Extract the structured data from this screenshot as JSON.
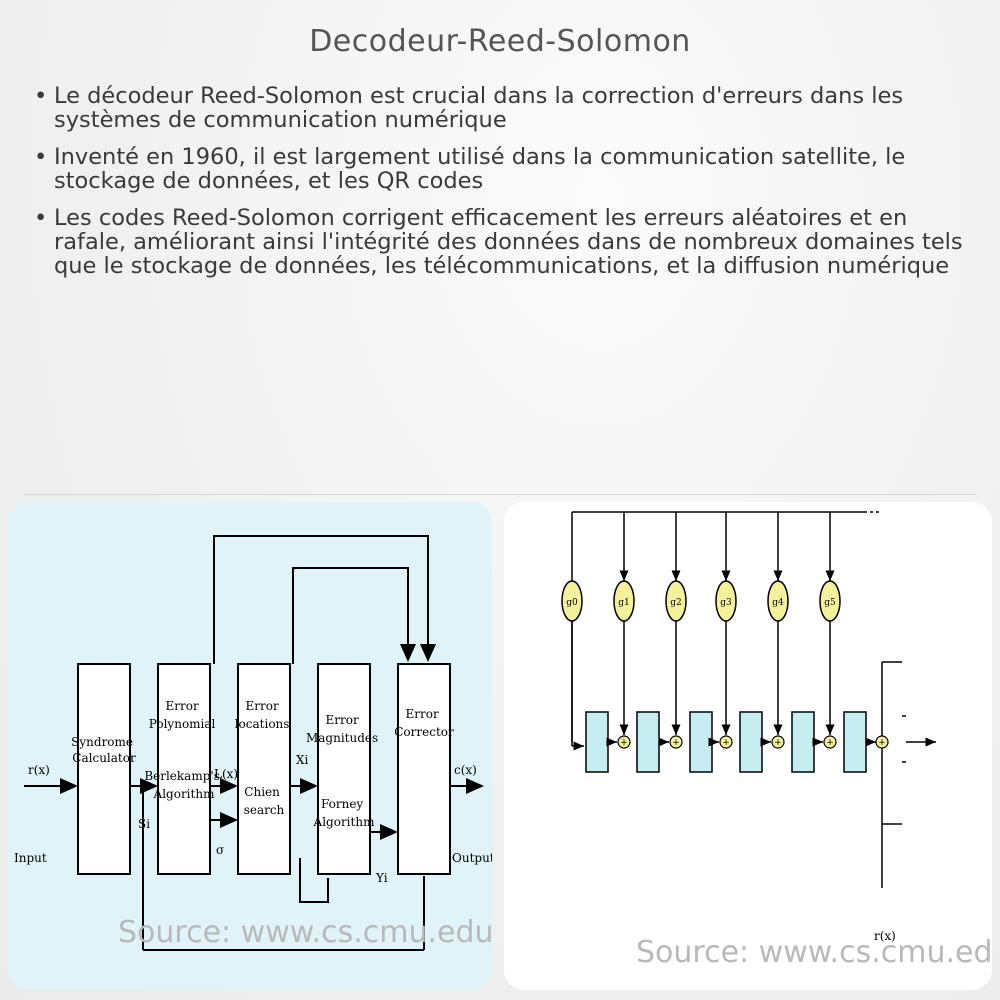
{
  "title": "Decodeur-Reed-Solomon",
  "bullets": [
    "Le décodeur Reed-Solomon est crucial dans la correction d'erreurs dans les systèmes de communication numérique",
    "Inventé en 1960, il est largement utilisé dans la communication satellite, le stockage de données, et les QR codes",
    "Les codes Reed-Solomon corrigent efficacement les erreurs aléatoires et en rafale, améliorant ainsi l'intégrité des données dans de nombreux domaines tels que le stockage de données, les télécommunications, et la diffusion numérique"
  ],
  "bullet_char": "•",
  "left_diagram": {
    "input_signal": "r(x)",
    "input_label": "Input",
    "blocks": [
      {
        "lines": [
          "Syndrome",
          "Calculator"
        ]
      },
      {
        "lines": [
          "Error",
          "Polynomial",
          "",
          "Berlekamp's",
          "Algorithm"
        ]
      },
      {
        "lines": [
          "Error",
          "locations",
          "",
          "Chien",
          "search"
        ]
      },
      {
        "lines": [
          "Error",
          "Magnitudes",
          "",
          "Forney",
          "Algorithm"
        ]
      },
      {
        "lines": [
          "Error",
          "Corrector"
        ]
      }
    ],
    "signals": {
      "si": "Si",
      "lx": "L(x)",
      "sigma": "σ",
      "xi": "Xi",
      "yi": "Yi"
    },
    "output_signal": "c(x)",
    "output_label": "Output",
    "source": "Source: www.cs.cmu.edu"
  },
  "right_diagram": {
    "coefficients": [
      "g0",
      "g1",
      "g2",
      "g3",
      "g4",
      "g5"
    ],
    "output_signal": "r(x)",
    "source": "Source: www.cs.cmu.edu"
  }
}
